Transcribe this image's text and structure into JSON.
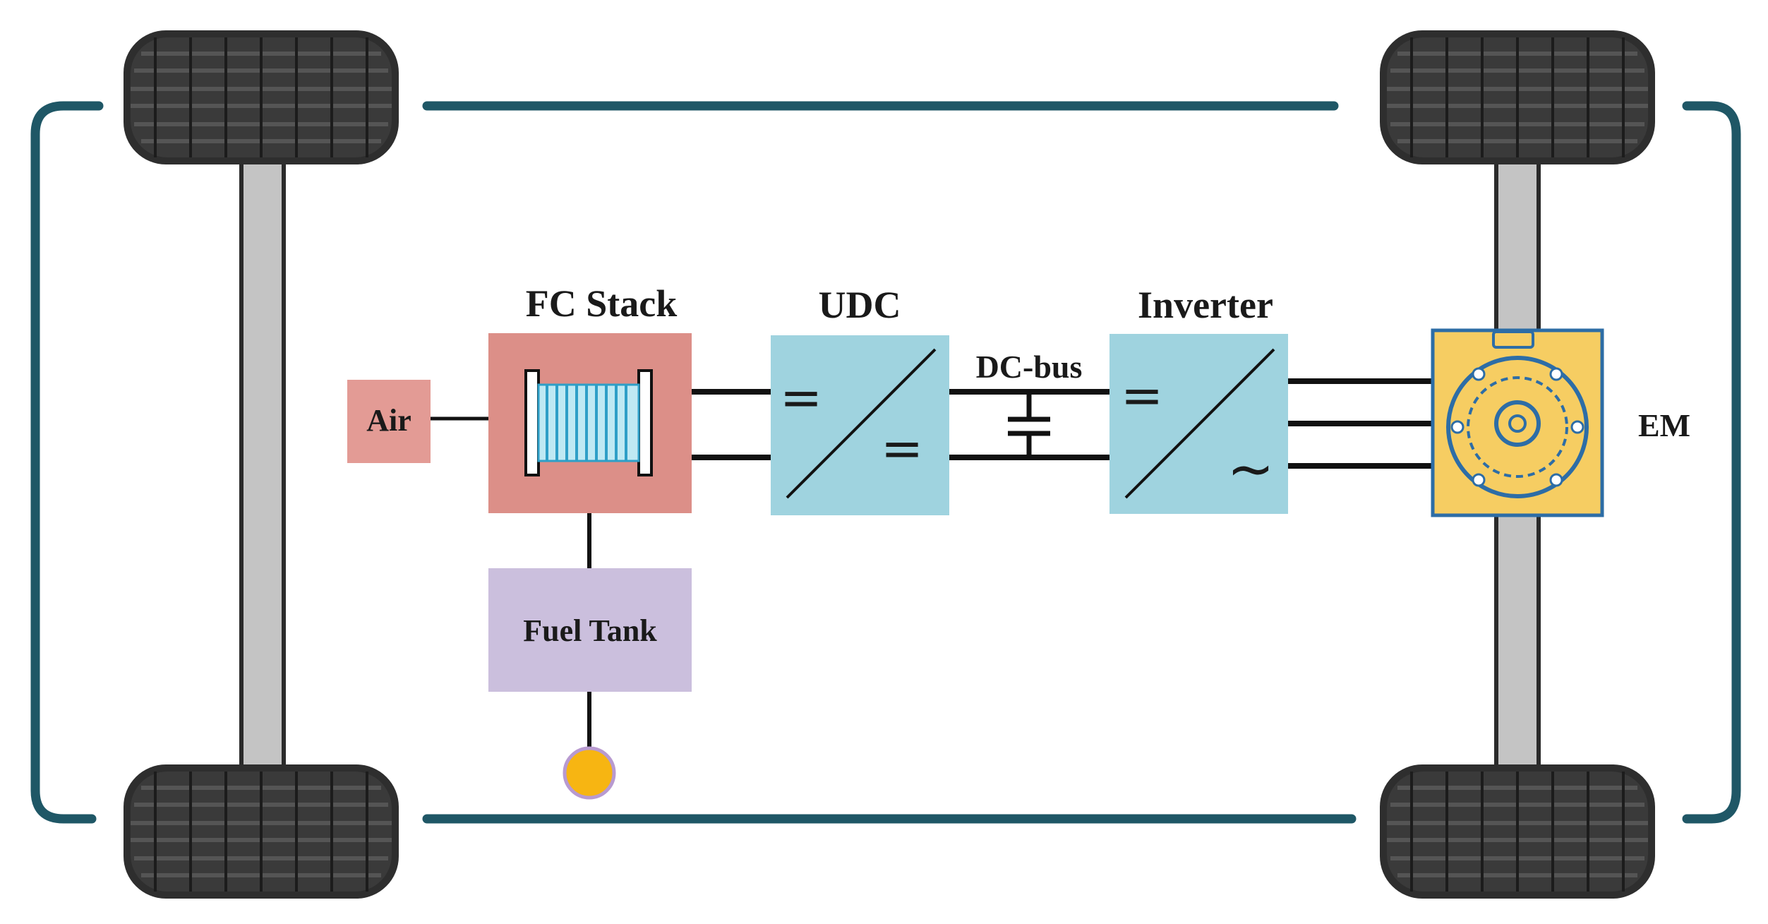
{
  "labels": {
    "fc_stack": "FC Stack",
    "udc": "UDC",
    "inverter": "Inverter",
    "dc_bus": "DC-bus",
    "air": "Air",
    "fuel_tank": "Fuel Tank",
    "em": "EM"
  },
  "symbols": {
    "udc_in": "=",
    "udc_out": "=",
    "inv_in": "=",
    "inv_out": "~"
  },
  "colors": {
    "frame": "#1f5766",
    "air_box": "#e39b95",
    "fc_box": "#dc8f88",
    "converter_box": "#9fd3df",
    "fuel_box": "#cbbfdd",
    "em_box": "#f6cd62",
    "em_detail": "#2d6da6",
    "fuel_node": "#f7b512",
    "axle": "#c4c4c4",
    "tire": "#2e2e2e"
  },
  "icons": [
    "tire-icon",
    "fuel-cell-icon",
    "capacitor-icon",
    "motor-icon",
    "hydrogen-inlet-icon"
  ]
}
